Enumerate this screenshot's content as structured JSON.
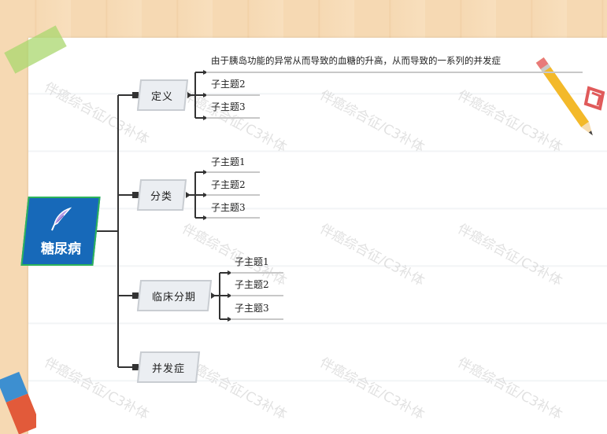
{
  "mindmap": {
    "root": {
      "label": "糖尿病",
      "icon": "quill-pen-icon"
    },
    "branches": [
      {
        "label": "定义",
        "children": [
          "由于胰岛功能的异常从而导致的血糖的升高，从而导致的一系列的并发症",
          "子主题2",
          "子主题3"
        ]
      },
      {
        "label": "分类",
        "children": [
          "子主题1",
          "子主题2",
          "子主题3"
        ]
      },
      {
        "label": "临床分期",
        "children": [
          "子主题1",
          "子主题2",
          "子主题3"
        ]
      },
      {
        "label": "并发症",
        "children": []
      }
    ]
  },
  "watermark": {
    "text": "伴癌综合征/C3补体"
  },
  "colors": {
    "root_fill": "#1769b9",
    "root_border": "#2db35a",
    "branch_fill": "#ebeef2",
    "branch_border": "#c9cdd2",
    "connector": "#333333",
    "leaf_underline": "#c8c8c8"
  }
}
